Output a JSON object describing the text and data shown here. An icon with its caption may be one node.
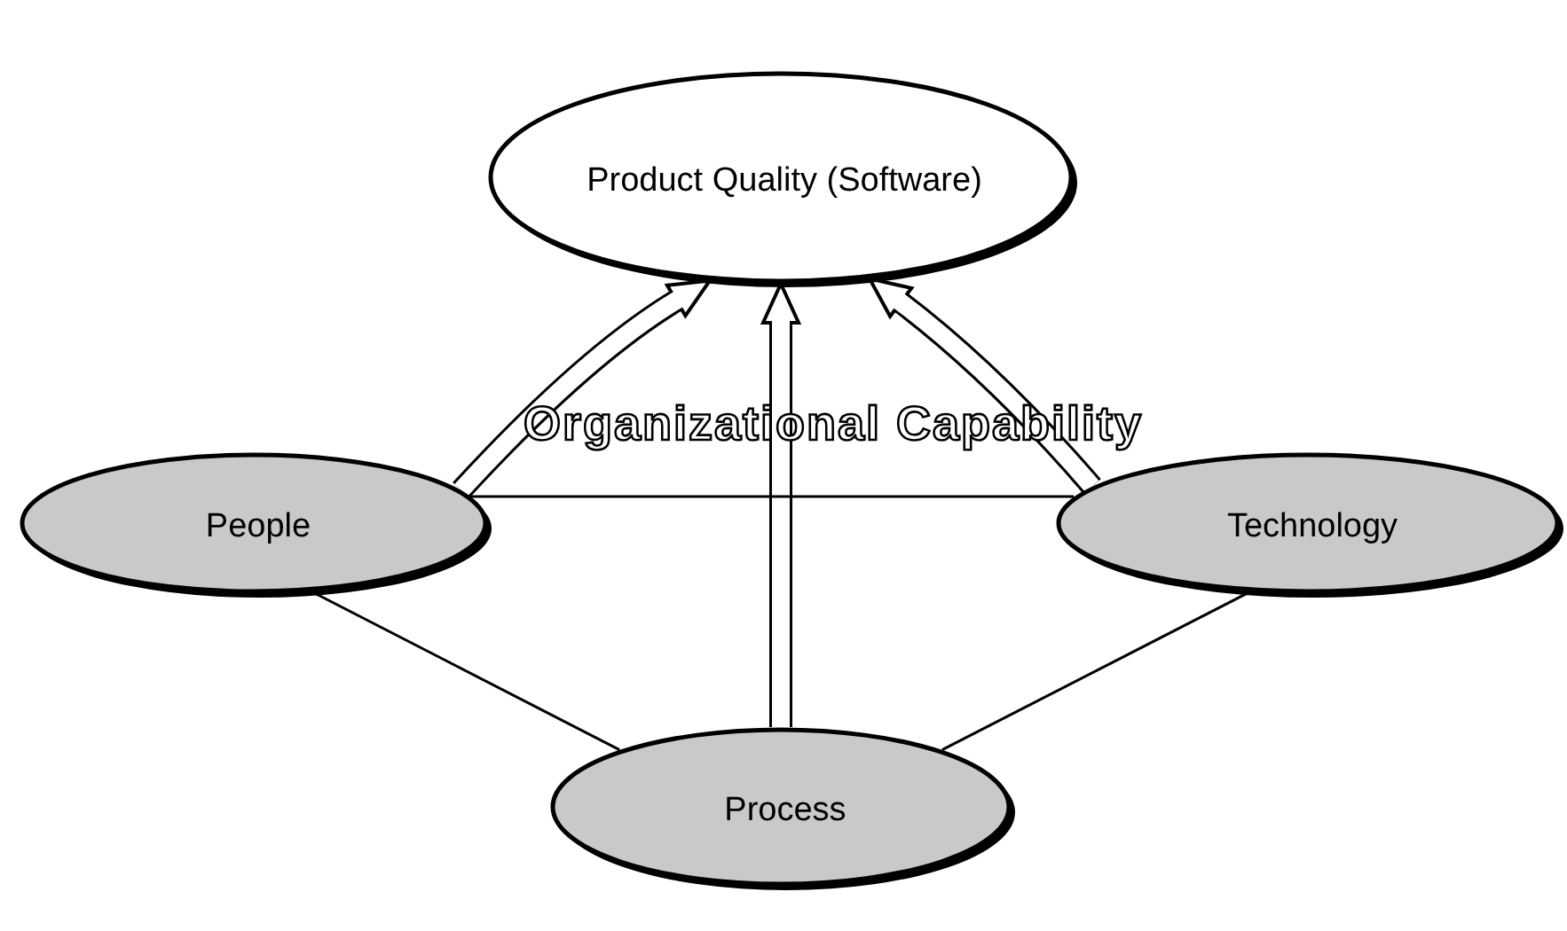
{
  "diagram": {
    "nodes": [
      {
        "text": [
          "Product Quality (Software)"
        ]
      },
      {
        "text": [
          "People"
        ]
      },
      {
        "text": [
          "Technology"
        ]
      },
      {
        "text": [
          "Process"
        ]
      }
    ],
    "edges": [
      {
        "from": 1,
        "to": 0,
        "arrow": "to",
        "style": "thick"
      },
      {
        "from": 3,
        "to": 0,
        "arrow": "to",
        "style": "thick"
      },
      {
        "from": 2,
        "to": 0,
        "arrow": "to",
        "style": "thick"
      },
      {
        "from": 1,
        "to": 2,
        "arrow": "none"
      },
      {
        "from": 1,
        "to": 3,
        "arrow": "none"
      },
      {
        "from": 2,
        "to": 3,
        "arrow": "none"
      }
    ],
    "labels": [
      "Organizational Capability"
    ]
  }
}
